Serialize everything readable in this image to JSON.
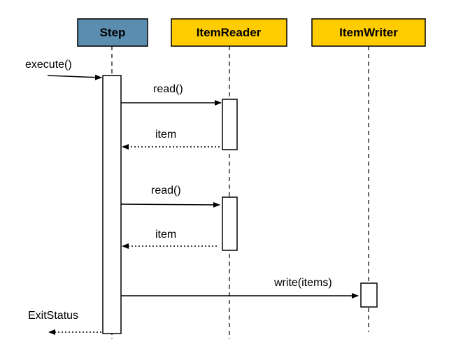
{
  "colors": {
    "step_fill": "#5b8db0",
    "reader_fill": "#ffcc00",
    "writer_fill": "#ffcc00",
    "border": "#000000"
  },
  "participants": [
    {
      "id": "step",
      "label": "Step"
    },
    {
      "id": "reader",
      "label": "ItemReader"
    },
    {
      "id": "writer",
      "label": "ItemWriter"
    }
  ],
  "messages": [
    {
      "id": "execute",
      "label": "execute()",
      "kind": "call"
    },
    {
      "id": "read1",
      "label": "read()",
      "kind": "call"
    },
    {
      "id": "item1",
      "label": "item",
      "kind": "return"
    },
    {
      "id": "read2",
      "label": "read()",
      "kind": "call"
    },
    {
      "id": "item2",
      "label": "item",
      "kind": "return"
    },
    {
      "id": "write",
      "label": "write(items)",
      "kind": "call"
    },
    {
      "id": "exit",
      "label": "ExitStatus",
      "kind": "return"
    }
  ]
}
